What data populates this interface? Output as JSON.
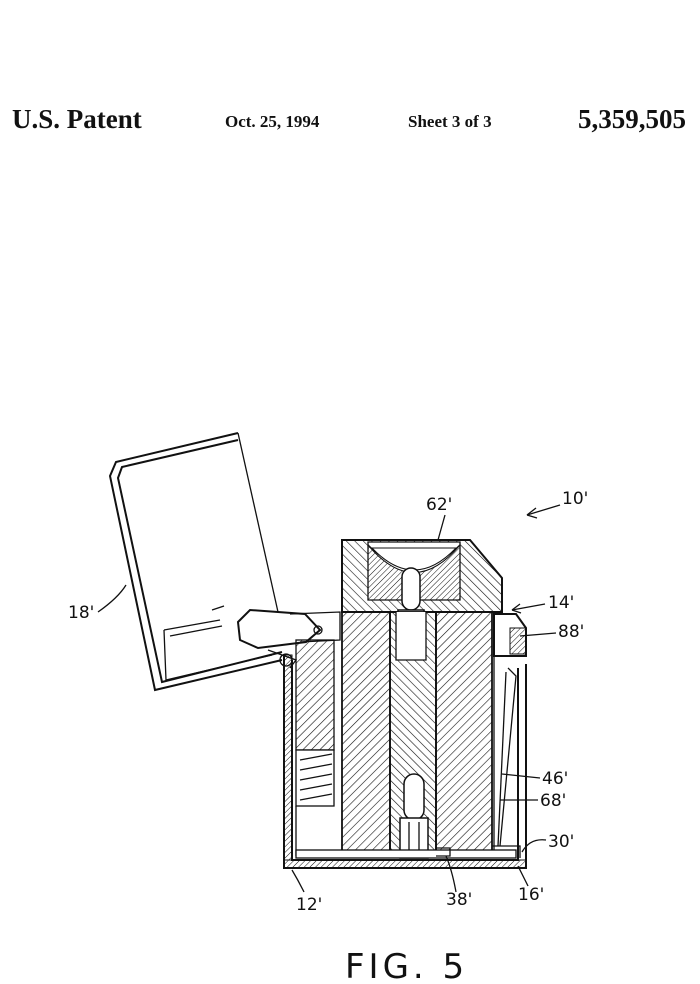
{
  "header": {
    "title": "U.S. Patent",
    "date": "Oct. 25, 1994",
    "sheet": "Sheet 3 of 3",
    "patent_number": "5,359,505"
  },
  "figure": {
    "caption": "FIG. 5",
    "reference_labels": {
      "r10": "10'",
      "r62": "62'",
      "r14": "14'",
      "r88": "88'",
      "r18": "18'",
      "r46": "46'",
      "r68": "68'",
      "r30": "30'",
      "r12": "12'",
      "r38": "38'",
      "r16": "16'"
    }
  }
}
